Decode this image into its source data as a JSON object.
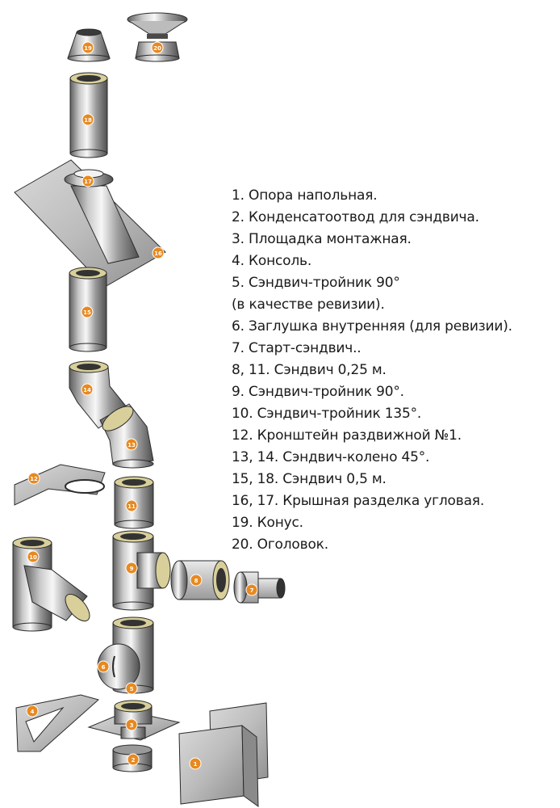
{
  "legend": [
    "1. Опора напольная.",
    "2. Конденсатоотвод для сэндвича.",
    "3. Площадка монтажная.",
    "4. Консоль.",
    "5. Сэндвич-тройник 90°",
    "(в качестве ревизии).",
    "6. Заглушка внутренняя (для ревизии).",
    "7. Старт-сэндвич..",
    "8, 11. Сэндвич 0,25 м.",
    "9. Сэндвич-тройник 90°.",
    "10. Сэндвич-тройник 135°.",
    "12. Кронштейн раздвижной №1.",
    "13, 14. Сэндвич-колено 45°.",
    "15, 18. Сэндвич 0,5 м.",
    "16, 17. Крышная разделка угловая.",
    "19. Конус.",
    "20. Оголовок."
  ],
  "badges": {
    "b1": "1",
    "b2": "2",
    "b3": "3",
    "b4": "4",
    "b5": "5",
    "b6": "6",
    "b7": "7",
    "b8": "8",
    "b9": "9",
    "b10": "10",
    "b11": "11",
    "b12": "12",
    "b13": "13",
    "b14": "14",
    "b15": "15",
    "b16": "16",
    "b17": "17",
    "b18": "18",
    "b19": "19",
    "b20": "20"
  },
  "colors": {
    "badge": "#e8891f",
    "metal_light": "#f2f2f2",
    "metal_dark": "#6d6d6d",
    "insulation": "#d8cf9a",
    "outline": "#2b2b2b"
  }
}
